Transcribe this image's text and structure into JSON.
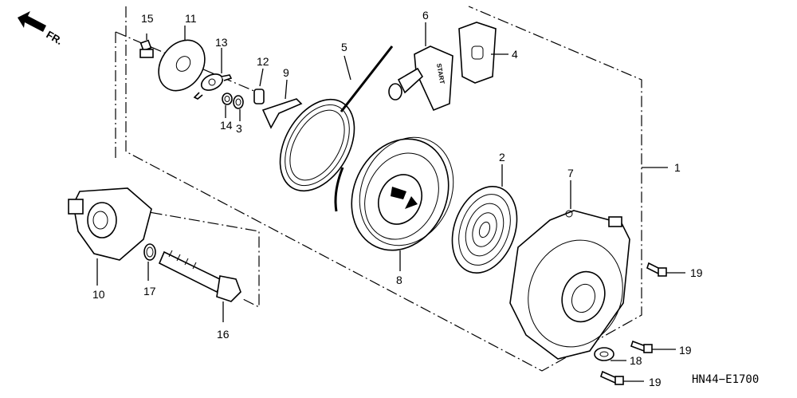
{
  "diagram": {
    "direction_label": "FR.",
    "drawing_code": "HN44−E1700",
    "start_text": "START",
    "callouts": [
      "15",
      "11",
      "13",
      "12",
      "9",
      "5",
      "6",
      "4",
      "14",
      "3",
      "1",
      "2",
      "7",
      "10",
      "17",
      "8",
      "19",
      "16",
      "19",
      "18",
      "19"
    ]
  }
}
